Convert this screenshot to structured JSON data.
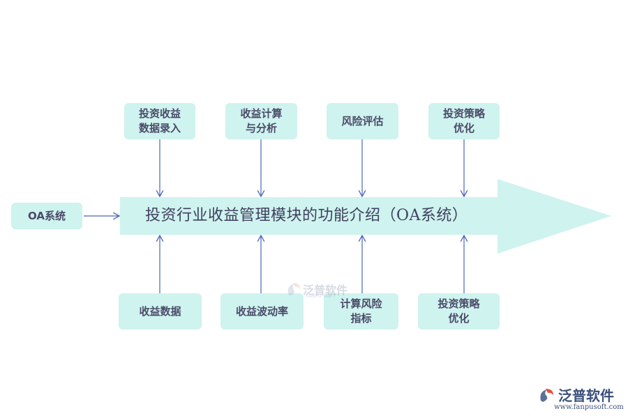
{
  "title": "投资行业收益管理模块的功能介绍（OA系统）",
  "left_input": "OA系统",
  "top_boxes": [
    "投资收益\n数据录入",
    "收益计算\n与分析",
    "风险评估",
    "投资策略\n优化"
  ],
  "bottom_boxes": [
    "收益数据",
    "收益波动率",
    "计算风险\n指标",
    "投资策略\n优化"
  ],
  "watermark": {
    "name": "泛普软件",
    "sub": "FANPU SOFT"
  },
  "brand": {
    "name": "泛普软件",
    "url": "www.fanpusoft.com"
  },
  "colors": {
    "box_fill": "#cff3ef",
    "arrow_fill": "#cff3ef",
    "line": "#4a66b8",
    "text": "#4a4a68"
  }
}
